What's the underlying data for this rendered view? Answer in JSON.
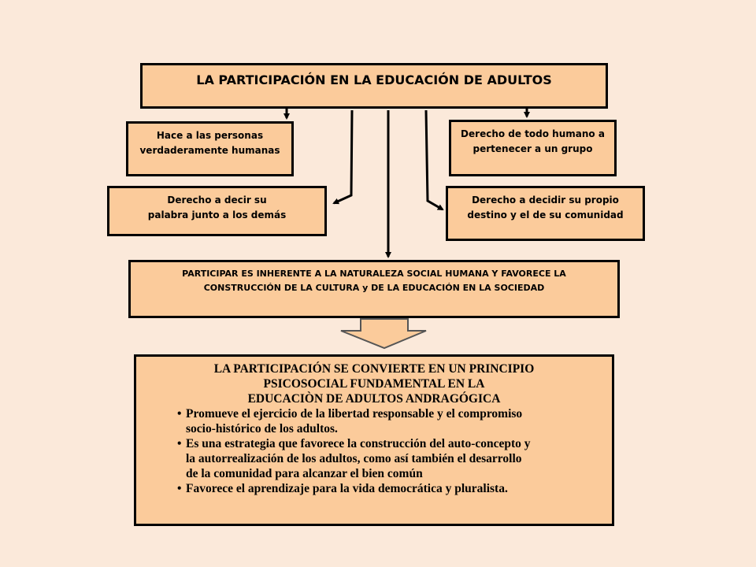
{
  "title": "LA PARTICIPACIÓN EN LA EDUCACIÓN DE ADULTOS",
  "items": {
    "left_top": [
      "Hace a las personas",
      "verdaderamente humanas"
    ],
    "right_top": [
      "Derecho de todo humano a",
      "pertenecer a un grupo"
    ],
    "left_bottom": [
      "Derecho a decir su",
      "palabra junto a los demás"
    ],
    "right_bottom": [
      "Derecho a decidir su propio",
      "destino y el de su comunidad"
    ]
  },
  "central": [
    "PARTICIPAR ES INHERENTE A LA NATURALEZA SOCIAL HUMANA Y FAVORECE LA",
    "CONSTRUCCIÓN DE LA CULTURA y DE LA EDUCACIÓN EN LA SOCIEDAD"
  ],
  "principle": {
    "heading": [
      "LA PARTICIPACIÓN SE CONVIERTE EN UN PRINCIPIO",
      "PSICOSOCIAL FUNDAMENTAL EN LA",
      "EDUCACIÒN DE ADULTOS ANDRAGÓGICA"
    ],
    "bullet_symbol": "•",
    "bullets": [
      [
        "Promueve el ejercicio de la libertad responsable y el compromiso",
        "socio-histórico de los adultos."
      ],
      [
        "Es una estrategia que favorece la construcción del auto-concepto y",
        "la autorrealización de los adultos, como así también el desarrollo",
        "de la comunidad para alcanzar el bien común"
      ],
      [
        "Favorece el aprendizaje para la vida democrática y pluralista."
      ]
    ]
  },
  "colors": {
    "background": "#fbe9da",
    "box_fill": "#fbcb9b",
    "stroke": "#000000"
  }
}
